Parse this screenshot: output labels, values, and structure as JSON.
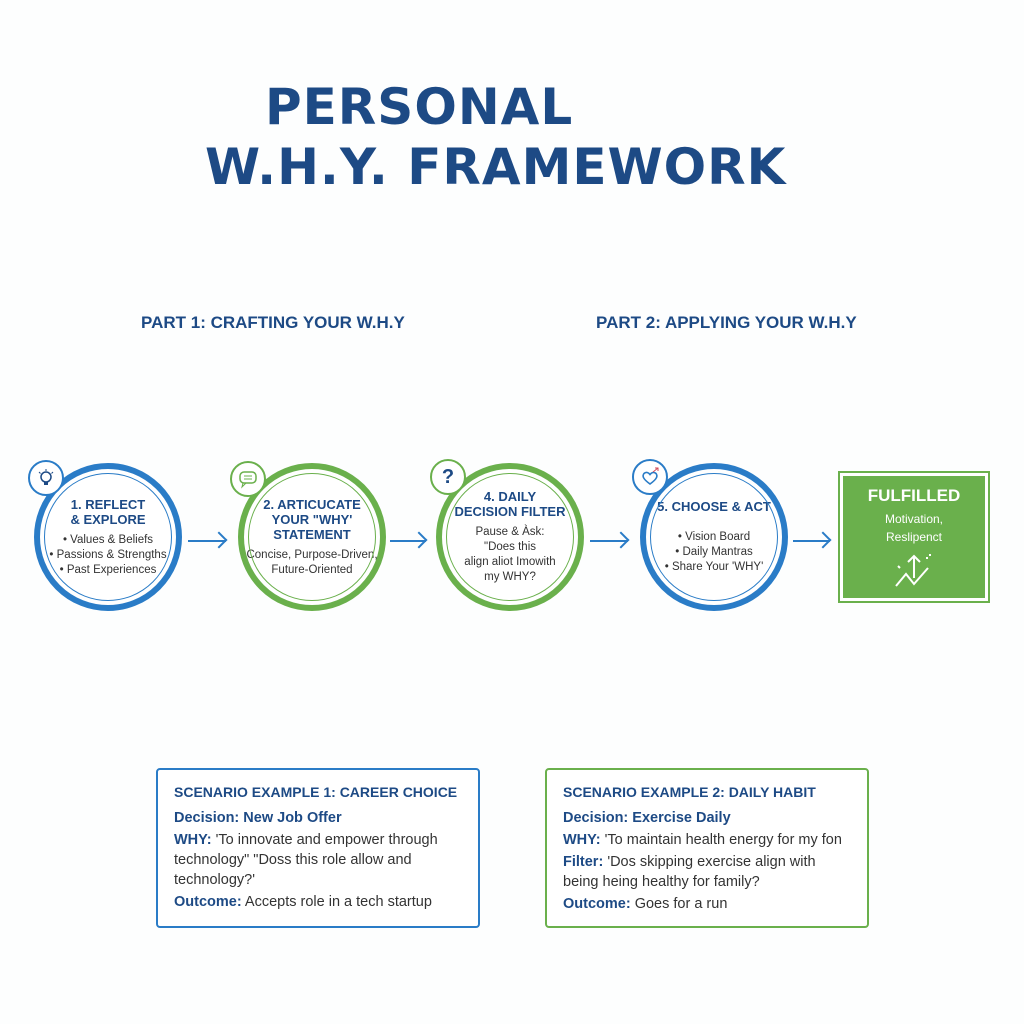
{
  "title": {
    "line1": "PERSONAL",
    "line2": "W.H.Y. FRAMEWORK"
  },
  "parts": [
    "PART 1: CRAFTING YOUR W.H.Y",
    "PART 2: APPLYING YOUR W.H.Y"
  ],
  "steps": [
    {
      "icon": "lightbulb-icon",
      "title1": "1. REFLECT",
      "title2": "& EXPLORE",
      "lines": [
        "• Values & Beliefs",
        "• Passions & Strengths",
        "• Past Experiences"
      ]
    },
    {
      "icon": "speech-bubble-icon",
      "title1": "2. ARTICUCATE",
      "title2": "YOUR \"WHY'",
      "title3": "STATEMENT",
      "lines": [
        "Concise, Purpose-Driven,",
        "Future-Oriented"
      ]
    },
    {
      "icon": "question-icon",
      "title1": "4. DAILY",
      "title2": "DECISION FILTER",
      "lines": [
        "Pause & Àsk:",
        "\"Does this",
        "align aliot Imowith",
        "my WHY?"
      ]
    },
    {
      "icon": "heart-arrow-icon",
      "title1": "5. CHOOSE & ACT",
      "lines": [
        "• Vision Board",
        "• Daily Mantras",
        "• Share Your 'WHY'"
      ]
    }
  ],
  "outcome": {
    "title": "FULFILLED",
    "line1": "Motivation,",
    "line2": "Reslipenct",
    "icon": "growth-chart-icon"
  },
  "colors": {
    "navy": "#1d4a85",
    "blue": "#2a7cc7",
    "green": "#6ab04c"
  },
  "scenarios": [
    {
      "heading": "SCENARIO EXAMPLE 1: CAREER CHOICE",
      "decision": "Decision: New Job Offer",
      "why_label": "WHY:",
      "why_text": "'To innovate and empower through technology\" \"Doss this role allow and technology?'",
      "outcome_label": "Outcome:",
      "outcome_text": "Accepts role in a tech startup"
    },
    {
      "heading": "SCENARIO EXAMPLE 2: DAILY HABIT",
      "decision": "Decision: Exercise Daily",
      "why_label": "WHY:",
      "why_text": "'To maintain health energy for my fon",
      "filter_label": "Filter:",
      "filter_text": "'Dos skipping exercise align with being heing healthy for family?",
      "outcome_label": "Outcome:",
      "outcome_text": "Goes for a run"
    }
  ]
}
